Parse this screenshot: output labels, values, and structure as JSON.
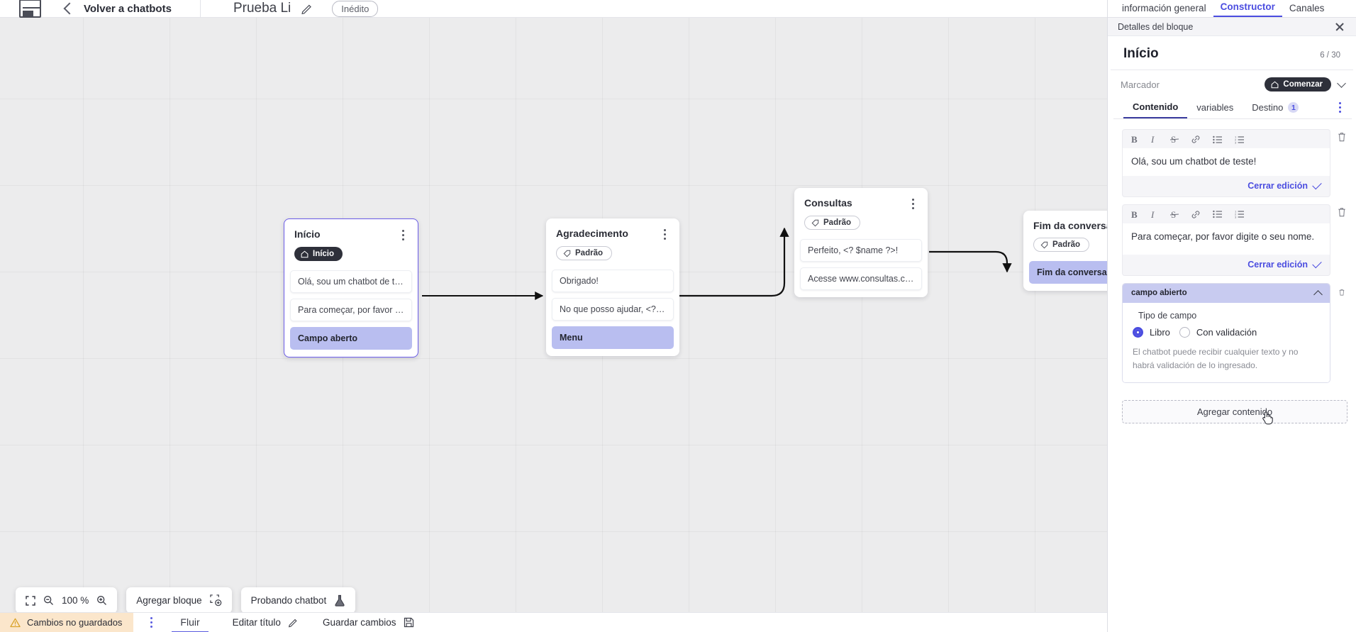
{
  "topbar": {
    "logo_icon": "app-logo-icon",
    "back_chevron_icon": "chevron-left-icon",
    "back_label": "Volver a chatbots",
    "bot_name": "Prueba Li",
    "edit_icon": "pencil-icon",
    "status_badge": "Inédito"
  },
  "canvas": {
    "nodes": [
      {
        "id": "inicio",
        "title": "Início",
        "tag": "Início",
        "tag_type": "dark",
        "tag_icon": "home-icon",
        "kebab_icon": "kebab-menu-icon",
        "selected": true,
        "messages": [
          {
            "text": "Olá, sou um chatbot de teste!",
            "kind": "message"
          },
          {
            "text": "Para começar, por favor digite o ...",
            "kind": "message"
          },
          {
            "text": "Campo aberto",
            "kind": "input"
          }
        ]
      },
      {
        "id": "agradecimento",
        "title": "Agradecimento",
        "tag": "Padrão",
        "tag_type": "light",
        "tag_icon": "tag-icon",
        "kebab_icon": "kebab-menu-icon",
        "selected": false,
        "messages": [
          {
            "text": "Obrigado!",
            "kind": "message"
          },
          {
            "text": "No que posso ajudar, <? $name ...",
            "kind": "message"
          },
          {
            "text": "Menu",
            "kind": "input"
          }
        ]
      },
      {
        "id": "consultas",
        "title": "Consultas",
        "tag": "Padrão",
        "tag_type": "light",
        "tag_icon": "tag-icon",
        "kebab_icon": "kebab-menu-icon",
        "selected": false,
        "messages": [
          {
            "text": "Perfeito, <? $name ?>!",
            "kind": "message"
          },
          {
            "text": "Acesse www.consultas.com par...",
            "kind": "message"
          }
        ]
      },
      {
        "id": "fim",
        "title": "Fim da conversa",
        "tag": "Padrão",
        "tag_type": "light",
        "tag_icon": "tag-icon",
        "kebab_icon": "kebab-menu-icon",
        "selected": false,
        "messages": [
          {
            "text": "Fim da conversa",
            "kind": "input"
          }
        ]
      }
    ]
  },
  "toolbar": {
    "fit_icon": "fit-screen-icon",
    "zoom_out_icon": "zoom-out-icon",
    "zoom_level": "100 %",
    "zoom_in_icon": "zoom-in-icon",
    "add_block_label": "Agregar bloque",
    "add_block_icon": "add-block-icon",
    "test_bot_label": "Probando chatbot",
    "test_bot_icon": "flask-icon"
  },
  "statusbar": {
    "warning_icon": "warning-triangle-icon",
    "unsaved_label": "Cambios no guardados",
    "kebab_icon": "kebab-menu-icon",
    "tab_flow": "Fluir",
    "edit_title_label": "Editar título",
    "edit_title_icon": "pencil-icon",
    "save_label": "Guardar cambios",
    "save_icon": "save-disk-icon"
  },
  "right_panel": {
    "tabs": [
      {
        "label": "información general",
        "active": false
      },
      {
        "label": "Constructor",
        "active": true
      },
      {
        "label": "Canales",
        "active": false
      }
    ],
    "header_label": "Detalles del bloque",
    "close_icon": "close-icon",
    "block_title": "Início",
    "block_count": "6 / 30",
    "marker_label": "Marcador",
    "marker_value": "Comenzar",
    "marker_icon": "home-icon",
    "marker_chevron_icon": "chevron-down-icon",
    "subtabs": [
      {
        "label": "Contenido",
        "active": true,
        "count": null
      },
      {
        "label": "variables",
        "active": false,
        "count": null
      },
      {
        "label": "Destino",
        "active": false,
        "count": "1"
      }
    ],
    "subtab_kebab_icon": "kebab-menu-icon",
    "editor_toolbar_icons": [
      "bold-icon",
      "italic-icon",
      "strikethrough-icon",
      "link-icon",
      "bullet-list-icon",
      "numbered-list-icon"
    ],
    "delete_icon": "trash-icon",
    "close_edit_label": "Cerrar edición",
    "close_edit_icon": "check-icon",
    "blocks": [
      {
        "type": "text",
        "value": "Olá, sou um chatbot de teste!"
      },
      {
        "type": "text",
        "value": "Para começar, por favor digite o seu nome."
      }
    ],
    "field_block": {
      "title": "campo abierto",
      "collapse_icon": "chevron-up-icon",
      "legend": "Tipo de campo",
      "options": [
        {
          "label": "Libro",
          "selected": true
        },
        {
          "label": "Con validación",
          "selected": false
        }
      ],
      "help": "El chatbot puede recibir cualquier texto y no habrá validación de lo ingresado."
    },
    "add_content_label": "Agregar contenido",
    "cursor_icon": "pointer-hand-cursor"
  },
  "colors": {
    "accent": "#4b4de0",
    "canvas_bg": "#ececed",
    "input_chip": "#b9bef0",
    "warn_bg": "#fbe6cb",
    "dark_tag": "#2e303a"
  }
}
